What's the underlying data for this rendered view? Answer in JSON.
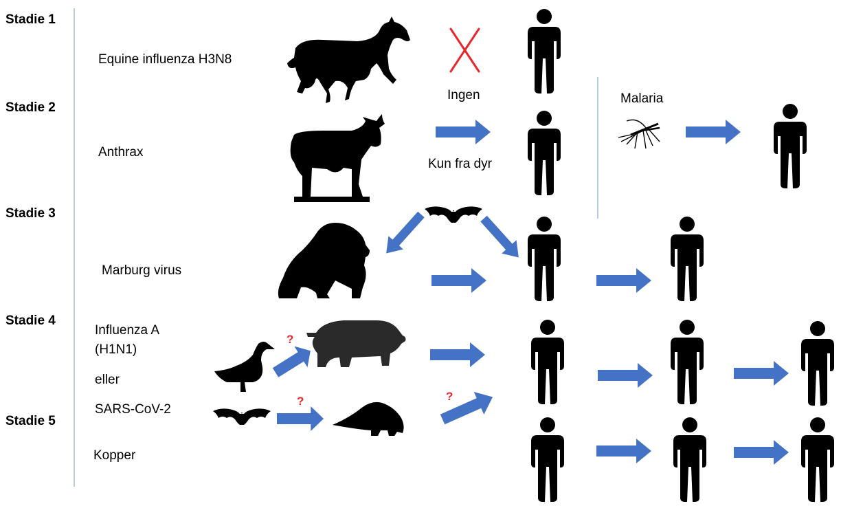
{
  "stages": [
    "Stadie 1",
    "Stadie 2",
    "Stadie 3",
    "Stadie 4",
    "Stadie 5"
  ],
  "diseases": {
    "equine": "Equine influenza H3N8",
    "anthrax": "Anthrax",
    "marburg": "Marburg virus",
    "influenza_a_line1": "Influenza A",
    "influenza_a_line2": "(H1N1)",
    "or": "eller",
    "sars": "SARS-CoV-2",
    "smallpox": "Kopper",
    "malaria": "Malaria"
  },
  "annotations": {
    "none": "Ingen",
    "animal_only": "Kun fra dyr",
    "unknown_mark": "?"
  },
  "colors": {
    "arrow": "#4472c4",
    "cross": "#e8262b",
    "divider": "#8eaadb",
    "silhouette": "#000000"
  },
  "icons": [
    "horse-icon",
    "cow-icon",
    "bat-icon",
    "gorilla-icon",
    "duck-icon",
    "pig-icon",
    "pangolin-icon",
    "mosquito-icon",
    "person-icon"
  ]
}
